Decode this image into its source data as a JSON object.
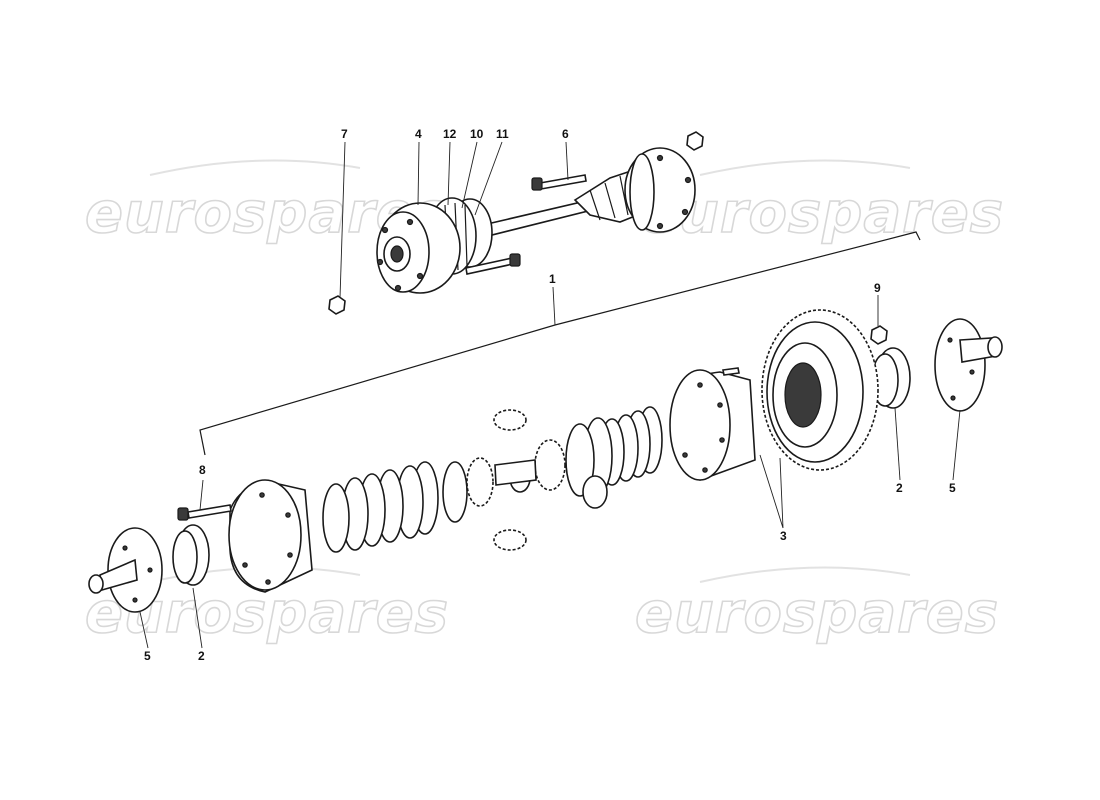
{
  "diagram": {
    "callouts": {
      "c1": "1",
      "c2a": "2",
      "c2b": "2",
      "c3": "3",
      "c4": "4",
      "c5a": "5",
      "c5b": "5",
      "c6": "6",
      "c7": "7",
      "c8": "8",
      "c9": "9",
      "c10": "10",
      "c11": "11",
      "c12": "12"
    },
    "watermarks": [
      "eurospares",
      "eurospares",
      "eurospares",
      "eurospares"
    ]
  }
}
